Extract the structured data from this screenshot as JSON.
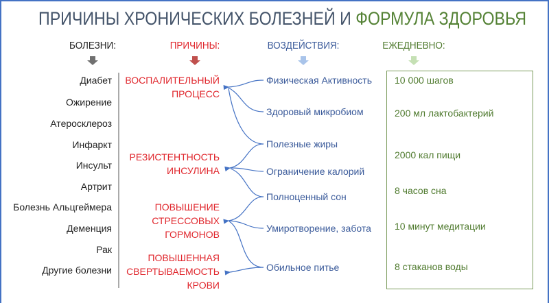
{
  "title": {
    "part1": "ПРИЧИНЫ ХРОНИЧЕСКИХ БОЛЕЗНЕЙ И ",
    "part2": "ФОРМУЛА ЗДОРОВЬЯ"
  },
  "headers": {
    "diseases": "БОЛЕЗНИ:",
    "causes": "ПРИЧИНЫ:",
    "effects": "ВОЗДЕЙСТВИЯ:",
    "daily": "ЕЖЕДНЕВНО:"
  },
  "colors": {
    "title": "#44546a",
    "green": "#548235",
    "red": "#e0262c",
    "blue": "#3a5a9a",
    "arrow_gray": "#707070",
    "arrow_red": "#c0504d",
    "arrow_blue": "#a9c4ea",
    "arrow_green": "#c5e0b4"
  },
  "diseases": [
    "Диабет",
    "Ожирение",
    "Атеросклероз",
    "Инфаркт",
    "Инсульт",
    "Артрит",
    "Болезнь Альцгеймера",
    "Деменция",
    "Рак",
    "Другие болезни"
  ],
  "causes": [
    [
      "ВОСПАЛИТЕЛЬНЫЙ",
      "ПРОЦЕСС"
    ],
    [
      "РЕЗИСТЕНТНОСТЬ",
      "ИНСУЛИНА"
    ],
    [
      "ПОВЫШЕНИЕ",
      "СТРЕССОВЫХ",
      "ГОРМОНОВ"
    ],
    [
      "ПОВЫШЕННАЯ",
      "СВЕРТЫВАЕМОСТЬ",
      "КРОВИ"
    ]
  ],
  "effects": [
    "Физическая Активность",
    "Здоровый микробиом",
    "Полезные жиры",
    "Ограничение калорий",
    "Полноценный сон",
    "Умиротворение, забота",
    "Обильное питье"
  ],
  "daily": [
    "10 000 шагов",
    "200 мл лактобактерий",
    "2000 кал пищи",
    "8 часов сна",
    "10 минут медитации",
    "8 стаканов воды"
  ]
}
